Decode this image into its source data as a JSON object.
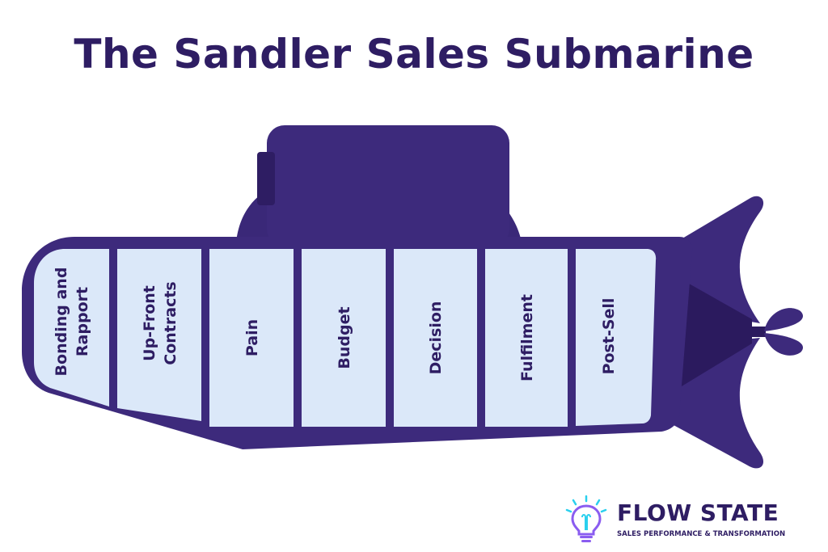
{
  "title": "The Sandler Sales Submarine",
  "stages": [
    {
      "lines": [
        "Bonding and",
        "Rapport"
      ]
    },
    {
      "lines": [
        "Up-Front",
        "Contracts"
      ]
    },
    {
      "lines": [
        "Pain"
      ]
    },
    {
      "lines": [
        "Budget"
      ]
    },
    {
      "lines": [
        "Decision"
      ]
    },
    {
      "lines": [
        "Fulfilment"
      ]
    },
    {
      "lines": [
        "Post-Sell"
      ]
    }
  ],
  "logo": {
    "name": "FLOW STATE",
    "tagline": "SALES PERFORMANCE & TRANSFORMATION",
    "icon": "lightbulb-icon"
  },
  "colors": {
    "hull": "#3d2a7c",
    "hull_dark": "#2b1a5e",
    "tower": "#3a2878",
    "compartment": "#dbe8f9",
    "text": "#2e1d63",
    "accent": "#2ad0ee"
  }
}
